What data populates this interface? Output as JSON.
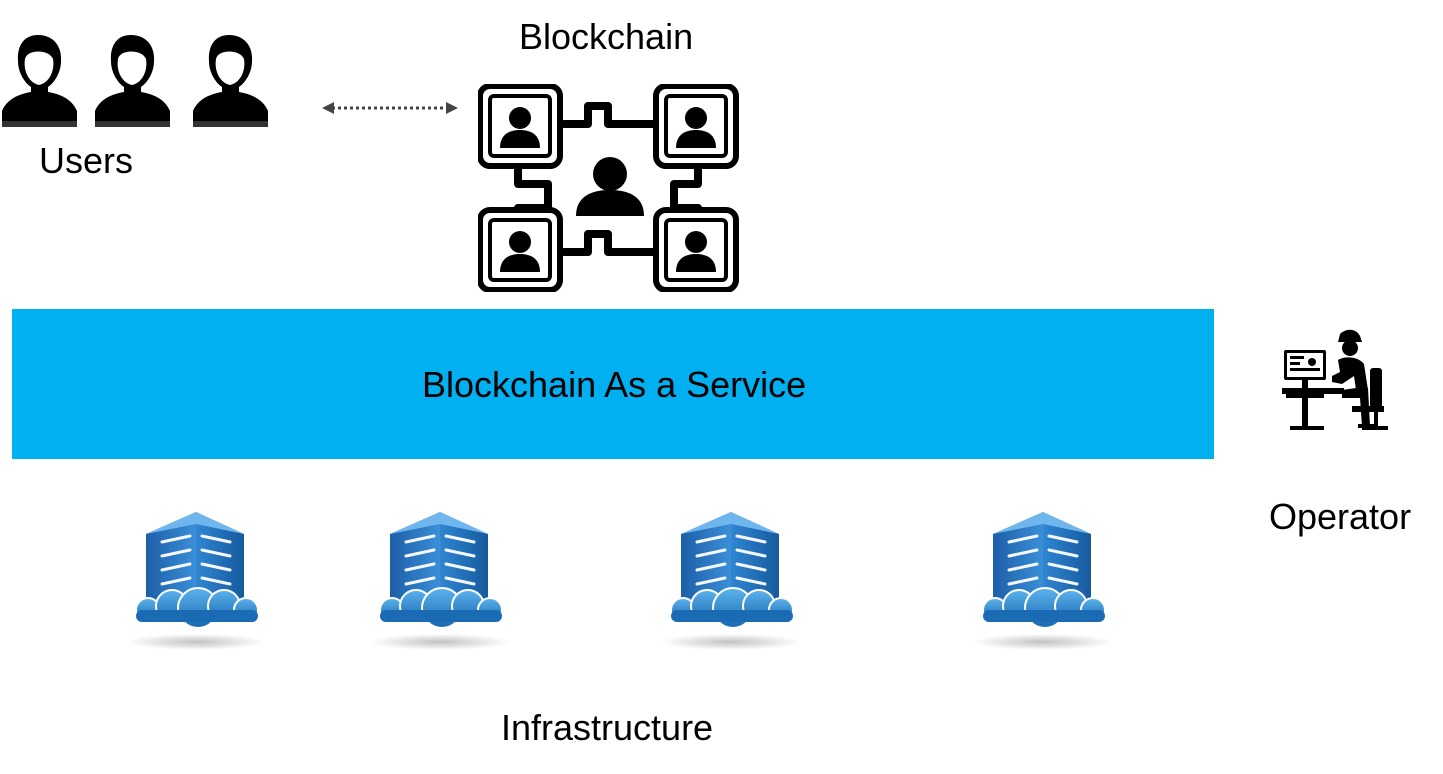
{
  "labels": {
    "users": "Users",
    "blockchain": "Blockchain",
    "service_layer": "Blockchain As a Service",
    "operator": "Operator",
    "infrastructure": "Infrastructure"
  },
  "colors": {
    "service_band": "#00b0f0",
    "server_blue": "#1f76c4",
    "icon_black": "#000000",
    "connector_arrow": "#444444"
  },
  "icons": {
    "users": [
      "user-silhouette-icon",
      "user-silhouette-icon",
      "user-silhouette-icon"
    ],
    "blockchain": "blockchain-network-icon",
    "operator": "operator-workstation-icon",
    "infrastructure": [
      "cloud-server-icon",
      "cloud-server-icon",
      "cloud-server-icon",
      "cloud-server-icon"
    ]
  }
}
